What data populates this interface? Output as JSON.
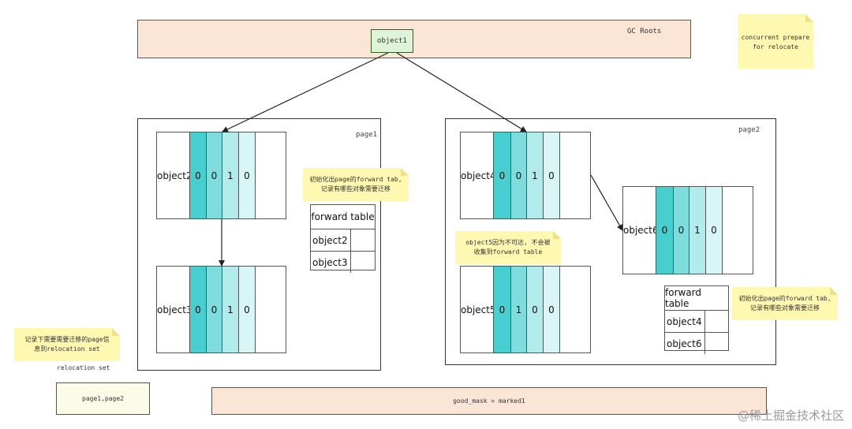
{
  "gc_roots": {
    "label": "GC Roots",
    "root_object": "object1"
  },
  "note_top": {
    "line1": "concurrent prepare",
    "line2": "for relocate"
  },
  "page1": {
    "label": "page1",
    "objects": [
      {
        "name": "object2",
        "bits": [
          "0",
          "0",
          "1",
          "0"
        ]
      },
      {
        "name": "object3",
        "bits": [
          "0",
          "0",
          "1",
          "0"
        ]
      }
    ],
    "note": {
      "line1": "初始化出page的forward tab,",
      "line2": "记录有哪些对象需要迁移"
    },
    "forward_table": {
      "header": "forward table",
      "rows": [
        "object2",
        "object3"
      ]
    }
  },
  "page2": {
    "label": "page2",
    "objects": [
      {
        "name": "object4",
        "bits": [
          "0",
          "0",
          "1",
          "0"
        ]
      },
      {
        "name": "object5",
        "bits": [
          "0",
          "1",
          "0",
          "0"
        ]
      },
      {
        "name": "object6",
        "bits": [
          "0",
          "0",
          "1",
          "0"
        ]
      }
    ],
    "note_unreachable": {
      "line1": "object5因为不可达, 不会被",
      "line2": "收集到forward table"
    },
    "note": {
      "line1": "初始化出page的forward tab,",
      "line2": "记录有哪些对象需要迁移"
    },
    "forward_table": {
      "header": "forward table",
      "rows": [
        "object4",
        "object6"
      ]
    }
  },
  "relocation": {
    "note": {
      "line1": "记录下需要需要迁移的page信",
      "line2": "息到relocation set"
    },
    "label": "relocation set",
    "value": "page1,page2"
  },
  "good_mask": "good_mask = marked1",
  "watermark": "@稀土掘金技术社区",
  "colors": {
    "bit0": "#46cfce",
    "bit1": "#7fdcdc",
    "bit2": "#b2ebeb",
    "bit3": "#d9f6f6",
    "roots_fill": "#fbe6d6",
    "note_fill": "#fff8b0"
  }
}
